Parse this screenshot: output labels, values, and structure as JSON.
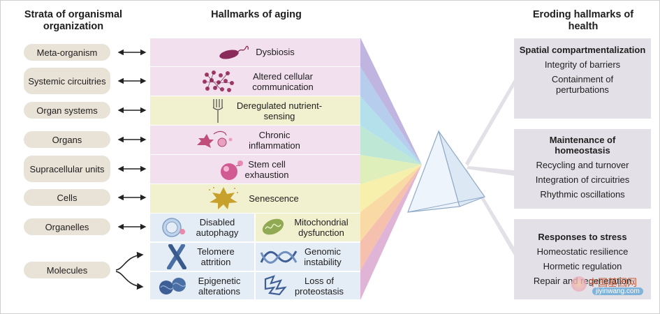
{
  "headers": {
    "strata": "Strata of organismal organization",
    "hallmarks": "Hallmarks of aging",
    "eroding": "Eroding hallmarks of health"
  },
  "strata": [
    "Meta-organism",
    "Systemic circuitries",
    "Organ systems",
    "Organs",
    "Supracellular units",
    "Cells",
    "Organelles",
    "Molecules"
  ],
  "hallmarks": [
    "Dysbiosis",
    "Altered cellular communication",
    "Deregulated nutrient-sensing",
    "Chronic inflammation",
    "Stem cell exhaustion",
    "Senescence",
    "Disabled autophagy",
    "Mitochondrial dysfunction",
    "Telomere attrition",
    "Genomic instability",
    "Epigenetic alterations",
    "Loss of proteostasis"
  ],
  "eroding": [
    {
      "title": "Spatial compartmentalization",
      "items": [
        "Integrity of barriers",
        "Containment of perturbations"
      ]
    },
    {
      "title": "Maintenance of homeostasis",
      "items": [
        "Recycling and turnover",
        "Integration of circuitries",
        "Rhythmic oscillations"
      ]
    },
    {
      "title": "Responses to stress",
      "items": [
        "Homeostatic resilience",
        "Hormetic regulation",
        "Repair and regeneration"
      ]
    }
  ],
  "watermark": {
    "cn": "中国基因网",
    "url": "jiyinwang.com"
  },
  "colors": {
    "strata_bg": "#e9e2d6",
    "pink_row": "#f3e0ee",
    "yellow_row": "#f1f0cf",
    "blue_row": "#e4ecf6",
    "eroding_bg": "#e3e1e7"
  },
  "icons": [
    "bacterium-icon",
    "cell-network-icon",
    "fork-icon",
    "inflammation-icon",
    "stem-cell-icon",
    "senescent-cell-icon",
    "autophagosome-icon",
    "mitochondrion-icon",
    "chromosome-icon",
    "dna-helix-icon",
    "nucleosome-icon",
    "protein-icon",
    "prism-icon"
  ]
}
